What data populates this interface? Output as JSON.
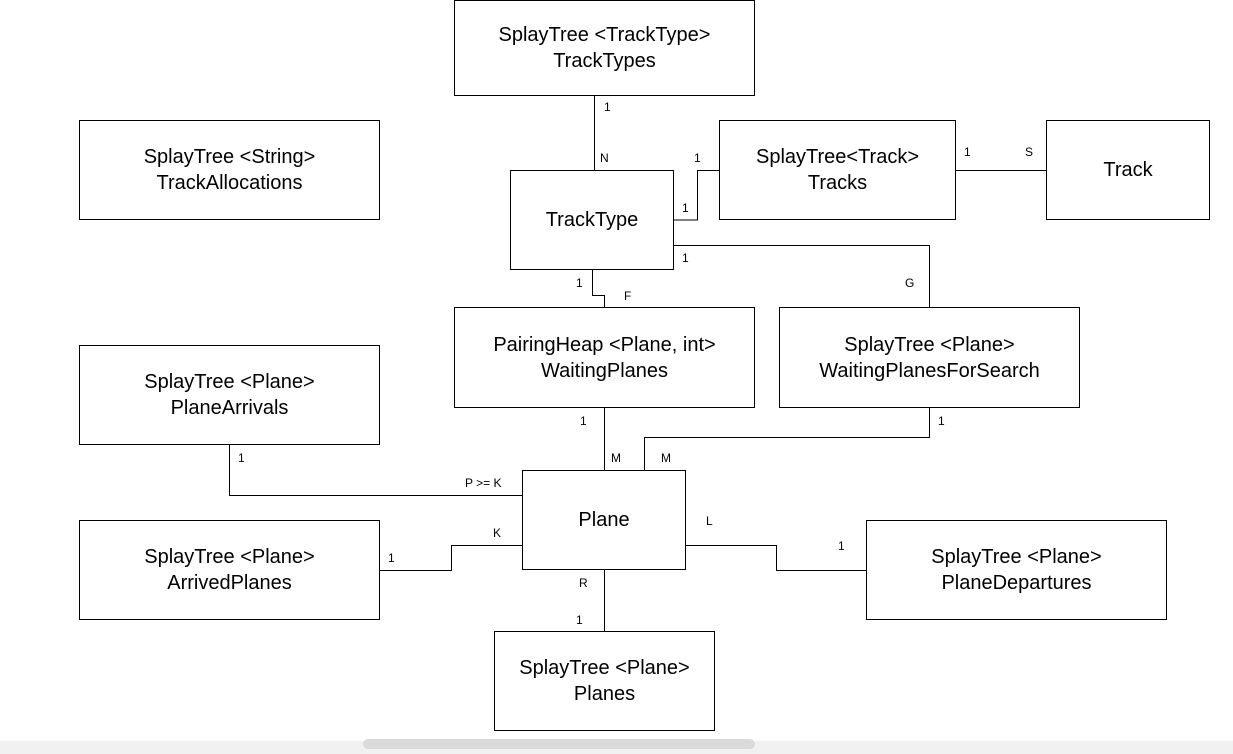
{
  "boxes": {
    "track_types": {
      "line1": "SplayTree <TrackType>",
      "line2": "TrackTypes"
    },
    "track_allocations": {
      "line1": "SplayTree <String>",
      "line2": "TrackAllocations"
    },
    "tracks": {
      "line1": "SplayTree<Track>",
      "line2": "Tracks"
    },
    "track": {
      "line1": "Track"
    },
    "track_type": {
      "line1": "TrackType"
    },
    "waiting_planes": {
      "line1": "PairingHeap <Plane, int>",
      "line2": "WaitingPlanes"
    },
    "waiting_planes_for_search": {
      "line1": "SplayTree <Plane>",
      "line2": "WaitingPlanesForSearch"
    },
    "plane_arrivals": {
      "line1": "SplayTree <Plane>",
      "line2": "PlaneArrivals"
    },
    "plane": {
      "line1": "Plane"
    },
    "arrived_planes": {
      "line1": "SplayTree <Plane>",
      "line2": "ArrivedPlanes"
    },
    "plane_departures": {
      "line1": "SplayTree <Plane>",
      "line2": "PlaneDepartures"
    },
    "planes": {
      "line1": "SplayTree <Plane>",
      "line2": "Planes"
    }
  },
  "labels": {
    "tracktypes_1": "1",
    "tracktype_n": "N",
    "tracktype_tracks_1a": "1",
    "tracktype_tracks_1b": "1",
    "tracks_track_1": "1",
    "tracks_track_s": "S",
    "tracktype_waitsearch_1": "1",
    "waitsearch_g": "G",
    "tracktype_waiting_1": "1",
    "waiting_f": "F",
    "waiting_1": "1",
    "plane_m1": "M",
    "plane_m2": "M",
    "waitsearch_1": "1",
    "arrivals_1": "1",
    "plane_pk": "P >= K",
    "arrived_1": "1",
    "plane_k": "K",
    "plane_l": "L",
    "departures_1": "1",
    "plane_r": "R",
    "planes_1": "1"
  }
}
